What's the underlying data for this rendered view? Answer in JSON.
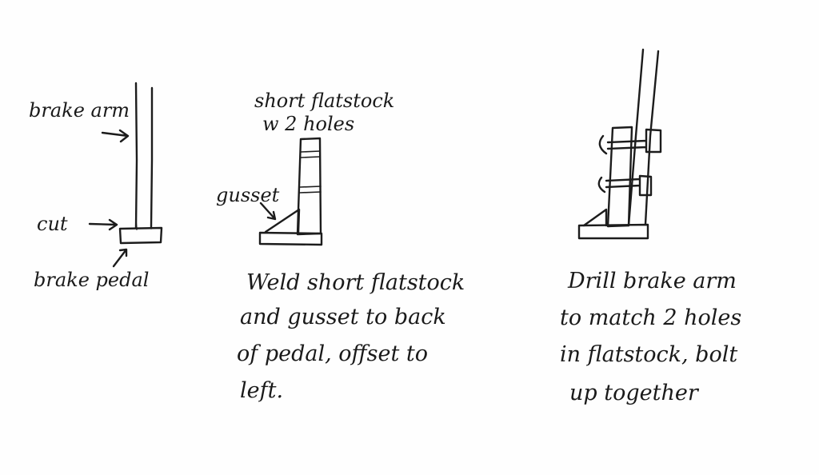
{
  "labels": {
    "brake_arm": "brake arm",
    "cut": "cut",
    "brake_pedal": "brake pedal",
    "flatstock_line1": "short flatstock",
    "flatstock_line2": "w 2 holes",
    "gusset": "gusset"
  },
  "instructions": {
    "step2": {
      "line1": "Weld short flatstock",
      "line2": "and gusset to back",
      "line3": "of pedal, offset to",
      "line4": "left."
    },
    "step3": {
      "line1": "Drill brake arm",
      "line2": "to match 2 holes",
      "line3": "in flatstock, bolt",
      "line4": "up together"
    }
  }
}
